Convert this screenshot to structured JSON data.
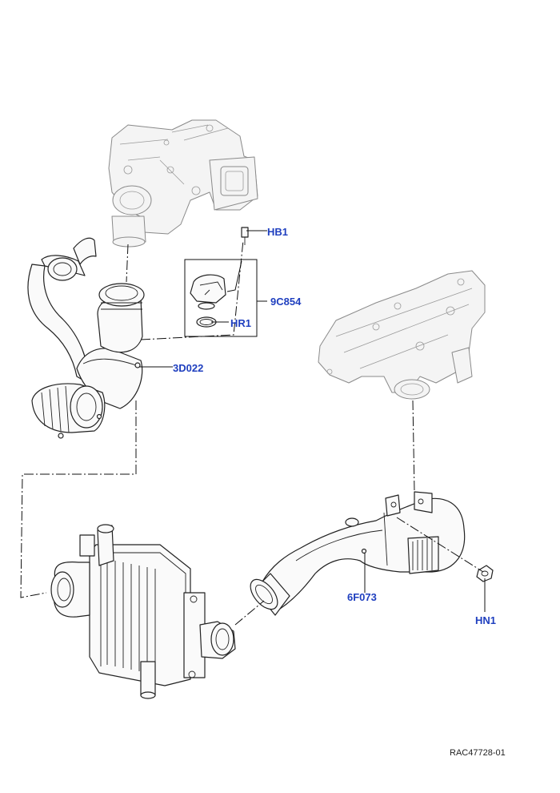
{
  "callouts": {
    "hb1": "HB1",
    "c9c854": "9C854",
    "hr1": "HR1",
    "d3d022": "3D022",
    "f6f073": "6F073",
    "hn1": "HN1"
  },
  "reference_code": "RAC47728-01",
  "colors": {
    "callout": "#1f3fbf",
    "line": "#222222",
    "context_part": "#8a8a8a"
  }
}
